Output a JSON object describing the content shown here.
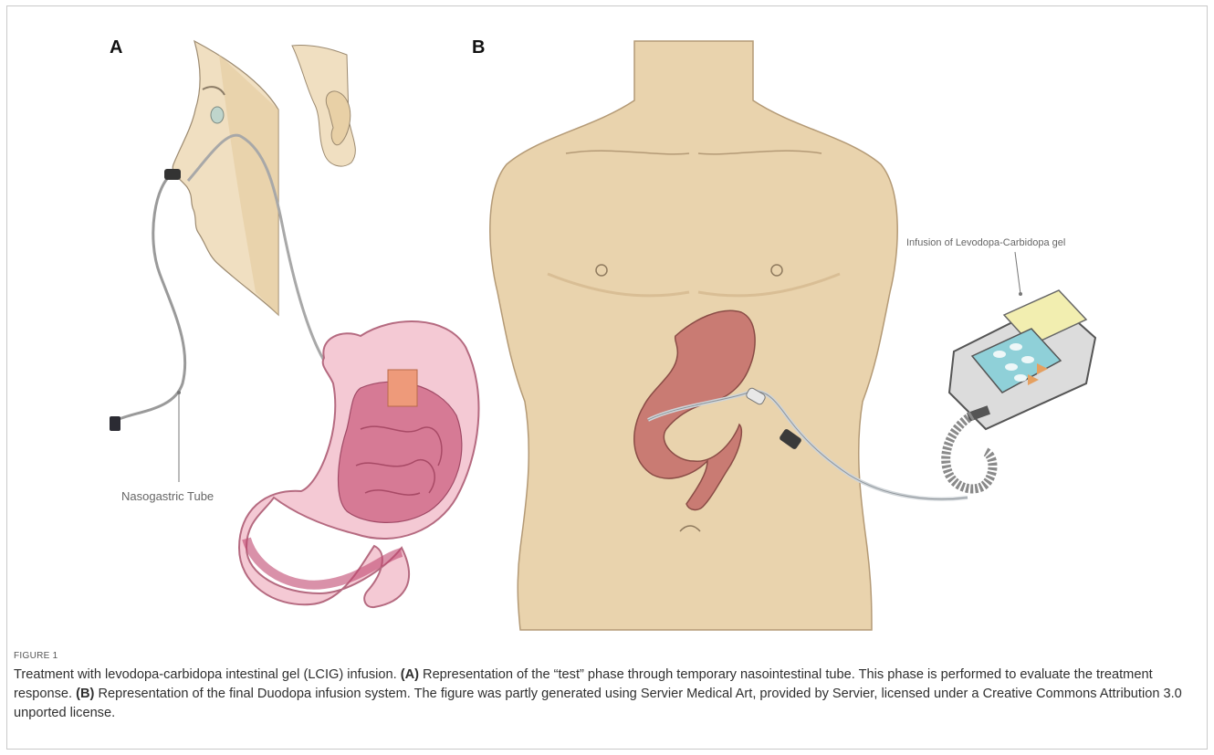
{
  "panels": {
    "a_label": "A",
    "b_label": "B"
  },
  "callouts": {
    "panel_a": "Nasogastric Tube",
    "panel_b": "Infusion of Levodopa-Carbidopa  gel"
  },
  "caption": {
    "figure_label": "FIGURE 1",
    "sentence1": "Treatment with levodopa-carbidopa intestinal gel (LCIG) infusion. ",
    "tag_a": "(A)",
    "sentence2": " Representation of the “test” phase through temporary nasointestinal tube. This phase is performed to evaluate the treatment response. ",
    "tag_b": "(B)",
    "sentence3": " Representation of the final Duodopa infusion system. The figure was partly generated using Servier Medical Art, provided by Servier, licensed under a Creative Commons Attribution 3.0 unported license."
  },
  "colors": {
    "skin": "#e9d3ad",
    "skin_dark": "#d9bd92",
    "stomach_pink": "#f4c9d4",
    "stomach_inner": "#d67a95",
    "stomach_b": "#c97b73",
    "pump_body": "#d8d8d8",
    "pump_keypad": "#8fd0d8",
    "pump_screen": "#f2eeb0",
    "arrow": "#e5a060"
  }
}
